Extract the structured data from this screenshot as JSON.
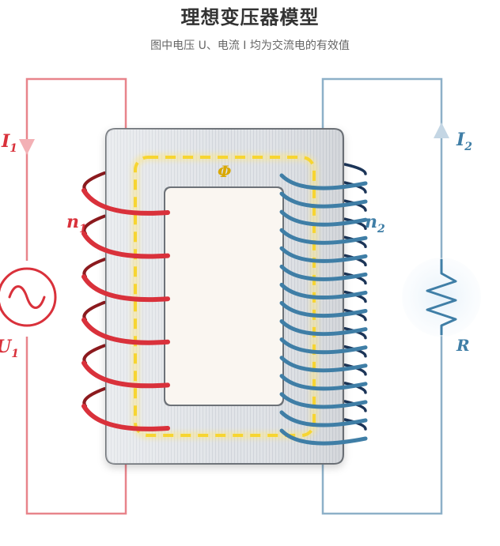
{
  "header": {
    "title": "理想变压器模型",
    "subtitle": "图中电压 U、电流 I 均为交流电的有效值"
  },
  "labels": {
    "i1": "I",
    "i1_sub": "1",
    "i2": "I",
    "i2_sub": "2",
    "n1": "n",
    "n1_sub": "1",
    "n2": "n",
    "n2_sub": "2",
    "u1": "U",
    "u1_sub": "1",
    "r": "R",
    "phi": "Φ"
  },
  "winding": {
    "primary_turns": 6,
    "secondary_turns": 15
  },
  "colors": {
    "primary": "#d9313b",
    "primary_wire": "#e8848b",
    "primary_back": "#8c1a1e",
    "secondary": "#3f7ea6",
    "secondary_wire": "#8db0c8",
    "secondary_back": "#1c3558",
    "flux": "#f7d531",
    "phi": "#d9a800"
  }
}
